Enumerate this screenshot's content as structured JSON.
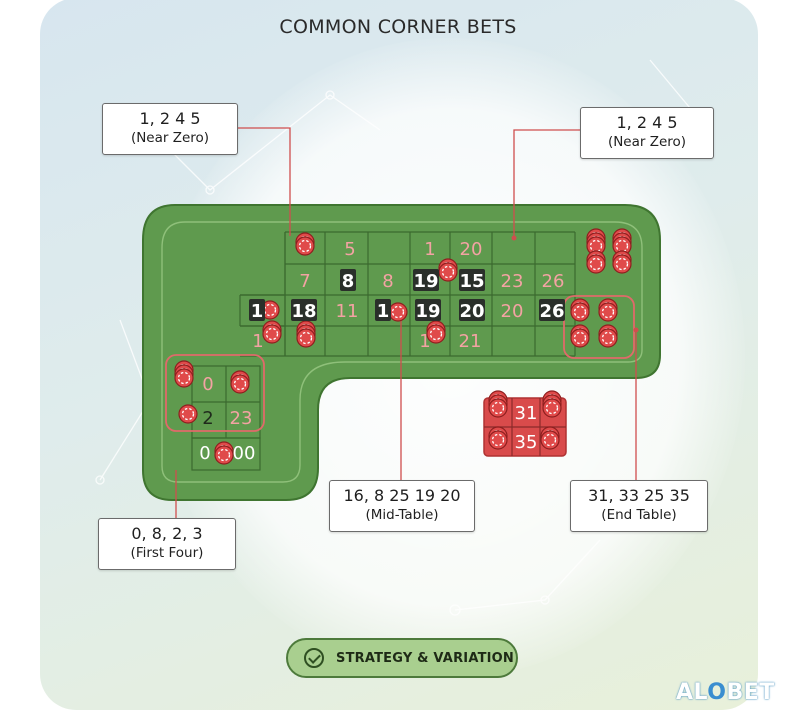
{
  "title": "COMMON CORNER BETS",
  "labels": {
    "top_left": {
      "line1": "1, 2 4 5",
      "line2": "(Near Zero)"
    },
    "top_right": {
      "line1": "1, 2 4 5",
      "line2": "(Near Zero)"
    },
    "bottom_left": {
      "line1": "0, 8, 2, 3",
      "line2": "(First Four)"
    },
    "bottom_mid": {
      "line1": "16, 8 25 19 20",
      "line2": "(Mid-Table)"
    },
    "bottom_right": {
      "line1": "31, 33 25 35",
      "line2": "(End Table)"
    }
  },
  "table_numbers": [
    {
      "id": "n5",
      "text": "5",
      "style": "pink"
    },
    {
      "id": "n1",
      "text": "1",
      "style": "pink"
    },
    {
      "id": "n20a",
      "text": "20",
      "style": "pink"
    },
    {
      "id": "n7",
      "text": "7",
      "style": "pink"
    },
    {
      "id": "n8a",
      "text": "8",
      "style": "dark"
    },
    {
      "id": "n8b",
      "text": "8",
      "style": "pink"
    },
    {
      "id": "n19a",
      "text": "19",
      "style": "dark"
    },
    {
      "id": "n15",
      "text": "15",
      "style": "dark"
    },
    {
      "id": "n23a",
      "text": "23",
      "style": "pink"
    },
    {
      "id": "n26a",
      "text": "26",
      "style": "pink"
    },
    {
      "id": "n1x",
      "text": "1",
      "style": "dark"
    },
    {
      "id": "n18",
      "text": "18",
      "style": "dark"
    },
    {
      "id": "n11",
      "text": "11",
      "style": "pink"
    },
    {
      "id": "n1y",
      "text": "1",
      "style": "dark"
    },
    {
      "id": "n19b",
      "text": "19",
      "style": "dark"
    },
    {
      "id": "n20b",
      "text": "20",
      "style": "dark"
    },
    {
      "id": "n20c",
      "text": "20",
      "style": "pink"
    },
    {
      "id": "n26b",
      "text": "26",
      "style": "dark"
    },
    {
      "id": "n1z",
      "text": "1",
      "style": "pink"
    },
    {
      "id": "n1w",
      "text": "1",
      "style": "pink"
    },
    {
      "id": "n21",
      "text": "21",
      "style": "pink"
    },
    {
      "id": "n0",
      "text": "0",
      "style": "pink"
    },
    {
      "id": "n2",
      "text": "2",
      "style": "darktext"
    },
    {
      "id": "n23b",
      "text": "23",
      "style": "pink"
    },
    {
      "id": "n0b",
      "text": "0",
      "style": "white"
    },
    {
      "id": "n00",
      "text": "00",
      "style": "white"
    },
    {
      "id": "n31",
      "text": "31",
      "style": "white"
    },
    {
      "id": "n35",
      "text": "35",
      "style": "white"
    }
  ],
  "button": {
    "label": "STRATEGY & VARIATION"
  },
  "brand": {
    "part1": "AL",
    "part2": "O",
    "part3": "BET"
  },
  "colors": {
    "felt": "#5f9a4e",
    "felt_dark": "#3f7530",
    "chip": "#e04a4a",
    "line": "#d05050",
    "pill": "#a9cf8f"
  }
}
